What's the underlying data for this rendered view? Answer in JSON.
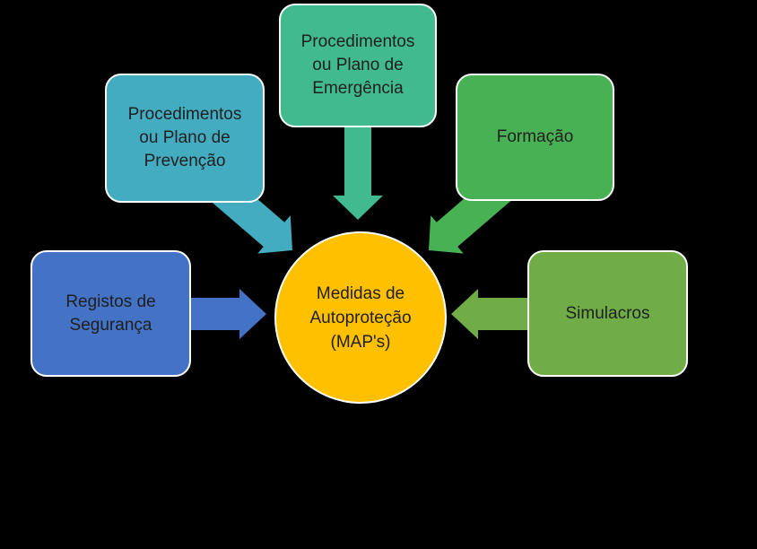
{
  "page": {
    "background": "#000000",
    "text_color": "#1f1f1f",
    "border_color": "#ffffff"
  },
  "diagram": {
    "type": "converging-radial",
    "center": {
      "id": "medidas-autoprotecao",
      "label": "Medidas de\nAutoproteção\n(MAP's)",
      "fill": "#FFC000"
    },
    "nodes": [
      {
        "id": "procedimentos-prevencao",
        "label": "Procedimentos\nou Plano de\nPrevenção",
        "fill": "#44ACC1",
        "position": "upper-left"
      },
      {
        "id": "procedimentos-emergencia",
        "label": "Procedimentos\nou Plano de\nEmergência",
        "fill": "#41BA8F",
        "position": "top"
      },
      {
        "id": "formacao",
        "label": "Formação",
        "fill": "#47B154",
        "position": "upper-right"
      },
      {
        "id": "registos-seguranca",
        "label": "Registos de\nSegurança",
        "fill": "#4472C4",
        "position": "left"
      },
      {
        "id": "simulacros",
        "label": "Simulacros",
        "fill": "#70AD47",
        "position": "right"
      }
    ],
    "arrows": [
      {
        "id": "arrow-prevencao",
        "fill": "#44ACC1",
        "direction": "down-right",
        "from": "procedimentos-prevencao",
        "to": "medidas-autoprotecao"
      },
      {
        "id": "arrow-emergencia",
        "fill": "#41BA8F",
        "direction": "down",
        "from": "procedimentos-emergencia",
        "to": "medidas-autoprotecao"
      },
      {
        "id": "arrow-formacao",
        "fill": "#47B154",
        "direction": "down-left",
        "from": "formacao",
        "to": "medidas-autoprotecao"
      },
      {
        "id": "arrow-registos",
        "fill": "#4472C4",
        "direction": "right",
        "from": "registos-seguranca",
        "to": "medidas-autoprotecao"
      },
      {
        "id": "arrow-simulacros",
        "fill": "#70AD47",
        "direction": "left",
        "from": "simulacros",
        "to": "medidas-autoprotecao"
      }
    ]
  }
}
